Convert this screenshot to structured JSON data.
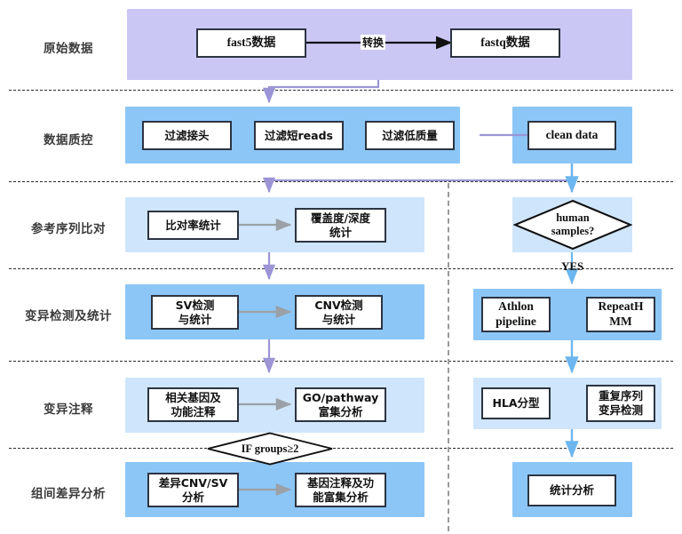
{
  "diagram": {
    "title": "Nanopore sequencing data analysis pipeline flowchart",
    "colors": {
      "band_raw": "#cbc7f4",
      "band_primary": "#8cc6f7",
      "band_secondary": "#cfe5fb",
      "node_border": "#2c3441",
      "arrow_purple": "#9b95d6",
      "arrow_blue": "#6cb6ef",
      "arrow_gray": "#9aa0a6",
      "arrow_black": "#111111",
      "separator_dashed": "#2b2b2b",
      "vertical_separator": "#9a9a9a"
    },
    "stages": [
      {
        "id": "raw-data",
        "label": "原始数据"
      },
      {
        "id": "data-qc",
        "label": "数据质控"
      },
      {
        "id": "reference-align",
        "label": "参考序列比对"
      },
      {
        "id": "variant-calling",
        "label": "变异检测及统计"
      },
      {
        "id": "variant-annot",
        "label": "变异注释"
      },
      {
        "id": "group-diff",
        "label": "组间差异分析"
      }
    ],
    "nodes": {
      "fast5": "fast5数据",
      "fastq": "fastq数据",
      "filter_adapter": "过滤接头",
      "filter_short": "过滤短reads",
      "filter_lowqual": "过滤低质量",
      "clean_data": "clean data",
      "align_rate": "比对率统计",
      "coverage_depth": "覆盖度/深度\n统计",
      "sv_detect": "SV检测\n与统计",
      "cnv_detect": "CNV检测\n与统计",
      "gene_annot": "相关基因及\n功能注释",
      "go_pathway": "GO/pathway\n富集分析",
      "diff_cnvsv": "差异CNV/SV\n分析",
      "gene_enrich": "基因注释及功\n能富集分析",
      "athlon": "Athlon\npipeline",
      "repeathmm": "RepeatH\nMM",
      "hla_typing": "HLA分型",
      "repeat_variant": "重复序列\n变异检测",
      "stat_analysis": "统计分析"
    },
    "decisions": {
      "human_samples": "human\nsamples?",
      "if_groups": "IF groups≥2"
    },
    "edge_labels": {
      "convert": "转换",
      "yes": "YES"
    }
  }
}
